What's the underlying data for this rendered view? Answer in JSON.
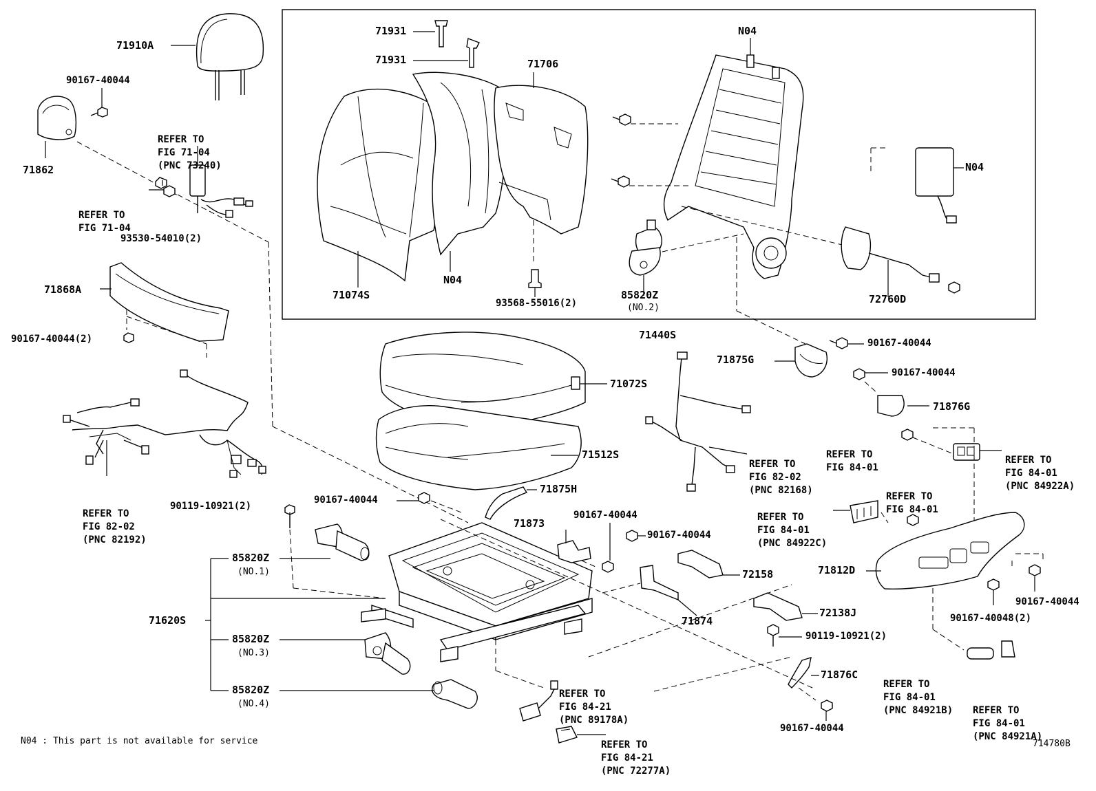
{
  "parts": {
    "p71910A": "71910A",
    "p90167_a": "90167-40044",
    "p71862": "71862",
    "refer_7104_pnc": [
      "REFER TO",
      "FIG 71-04",
      "(PNC 73240)"
    ],
    "refer_7104": [
      "REFER TO",
      "FIG 71-04"
    ],
    "p93530": "93530-54010(2)",
    "p71868A": "71868A",
    "p90167_2": "90167-40044(2)",
    "refer_8202_82192": [
      "REFER TO",
      "FIG 82-02",
      "(PNC 82192)"
    ],
    "p90119_a": "90119-10921(2)",
    "p85820Z_1": "85820Z",
    "no1": "(NO.1)",
    "p71620S": "71620S",
    "p85820Z_3": "85820Z",
    "no3": "(NO.3)",
    "p85820Z_4": "85820Z",
    "no4": "(NO.4)",
    "p71931_a": "71931",
    "p71931_b": "71931",
    "p71706": "71706",
    "pN04_top": "N04",
    "pN04_right": "N04",
    "pN04_cov": "N04",
    "p71074S": "71074S",
    "p93568": "93568-55016(2)",
    "p85820Z_2": "85820Z",
    "no2": "(NO.2)",
    "p72760D": "72760D",
    "p71440S": "71440S",
    "p71875G": "71875G",
    "p90167_b": "90167-40044",
    "p90167_c": "90167-40044",
    "p71072S": "71072S",
    "p71876G": "71876G",
    "refer_8202_82168": [
      "REFER TO",
      "FIG 82-02",
      "(PNC 82168)"
    ],
    "refer_8401_a": [
      "REFER TO",
      "FIG 84-01"
    ],
    "refer_8401_84922A": [
      "REFER TO",
      "FIG 84-01",
      "(PNC 84922A)"
    ],
    "p71512S": "71512S",
    "refer_8401_b": [
      "REFER TO",
      "FIG 84-01"
    ],
    "p71875H": "71875H",
    "p90167_d": "90167-40044",
    "refer_8401_84922C": [
      "REFER TO",
      "FIG 84-01",
      "(PNC 84922C)"
    ],
    "p71873": "71873",
    "p90167_e": "90167-40044",
    "p90167_f": "90167-40044",
    "p72158": "72158",
    "p71812D": "71812D",
    "p71874": "71874",
    "p72138J": "72138J",
    "p90167_g": "90167-40044",
    "p90167_48": "90167-40048(2)",
    "p90119_b": "90119-10921(2)",
    "refer_8421_89178A": [
      "REFER TO",
      "FIG 84-21",
      "(PNC 89178A)"
    ],
    "p71876C": "71876C",
    "refer_8401_84921B": [
      "REFER TO",
      "FIG 84-01",
      "(PNC 84921B)"
    ],
    "refer_8401_84921A": [
      "REFER TO",
      "FIG 84-01",
      "(PNC 84921A)"
    ],
    "refer_8421_72277A": [
      "REFER TO",
      "FIG 84-21",
      "(PNC 72277A)"
    ],
    "p90167_h": "90167-40044"
  },
  "footnote": "N04 : This part is not available for service",
  "figure_id": "714780B"
}
